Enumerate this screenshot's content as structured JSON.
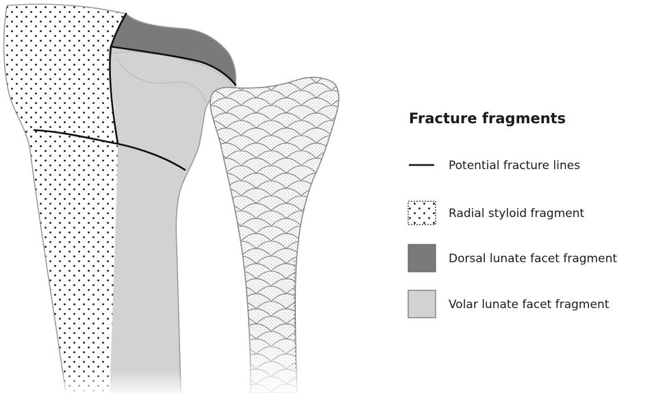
{
  "legend": {
    "title": "Fracture fragments",
    "items": [
      {
        "key": "fracture-lines",
        "label": "Potential fracture lines",
        "symbol": "line",
        "color": "#111111"
      },
      {
        "key": "radial-styloid",
        "label": "Radial styloid fragment",
        "symbol": "dotted-square",
        "color": "#111111"
      },
      {
        "key": "dorsal-lunate",
        "label": "Dorsal lunate facet fragment",
        "symbol": "filled-square",
        "color": "#7a7a7a"
      },
      {
        "key": "volar-lunate",
        "label": "Volar lunate facet fragment",
        "symbol": "filled-square",
        "color": "#d2d2d2"
      }
    ]
  },
  "colors": {
    "radial_styloid_fill": "#ffffff",
    "dorsal_fill": "#7a7a7a",
    "volar_fill": "#d2d2d2",
    "ulna_fill": "#f4f4f4",
    "outline": "#9a9a9a",
    "fracture_line": "#111111"
  }
}
